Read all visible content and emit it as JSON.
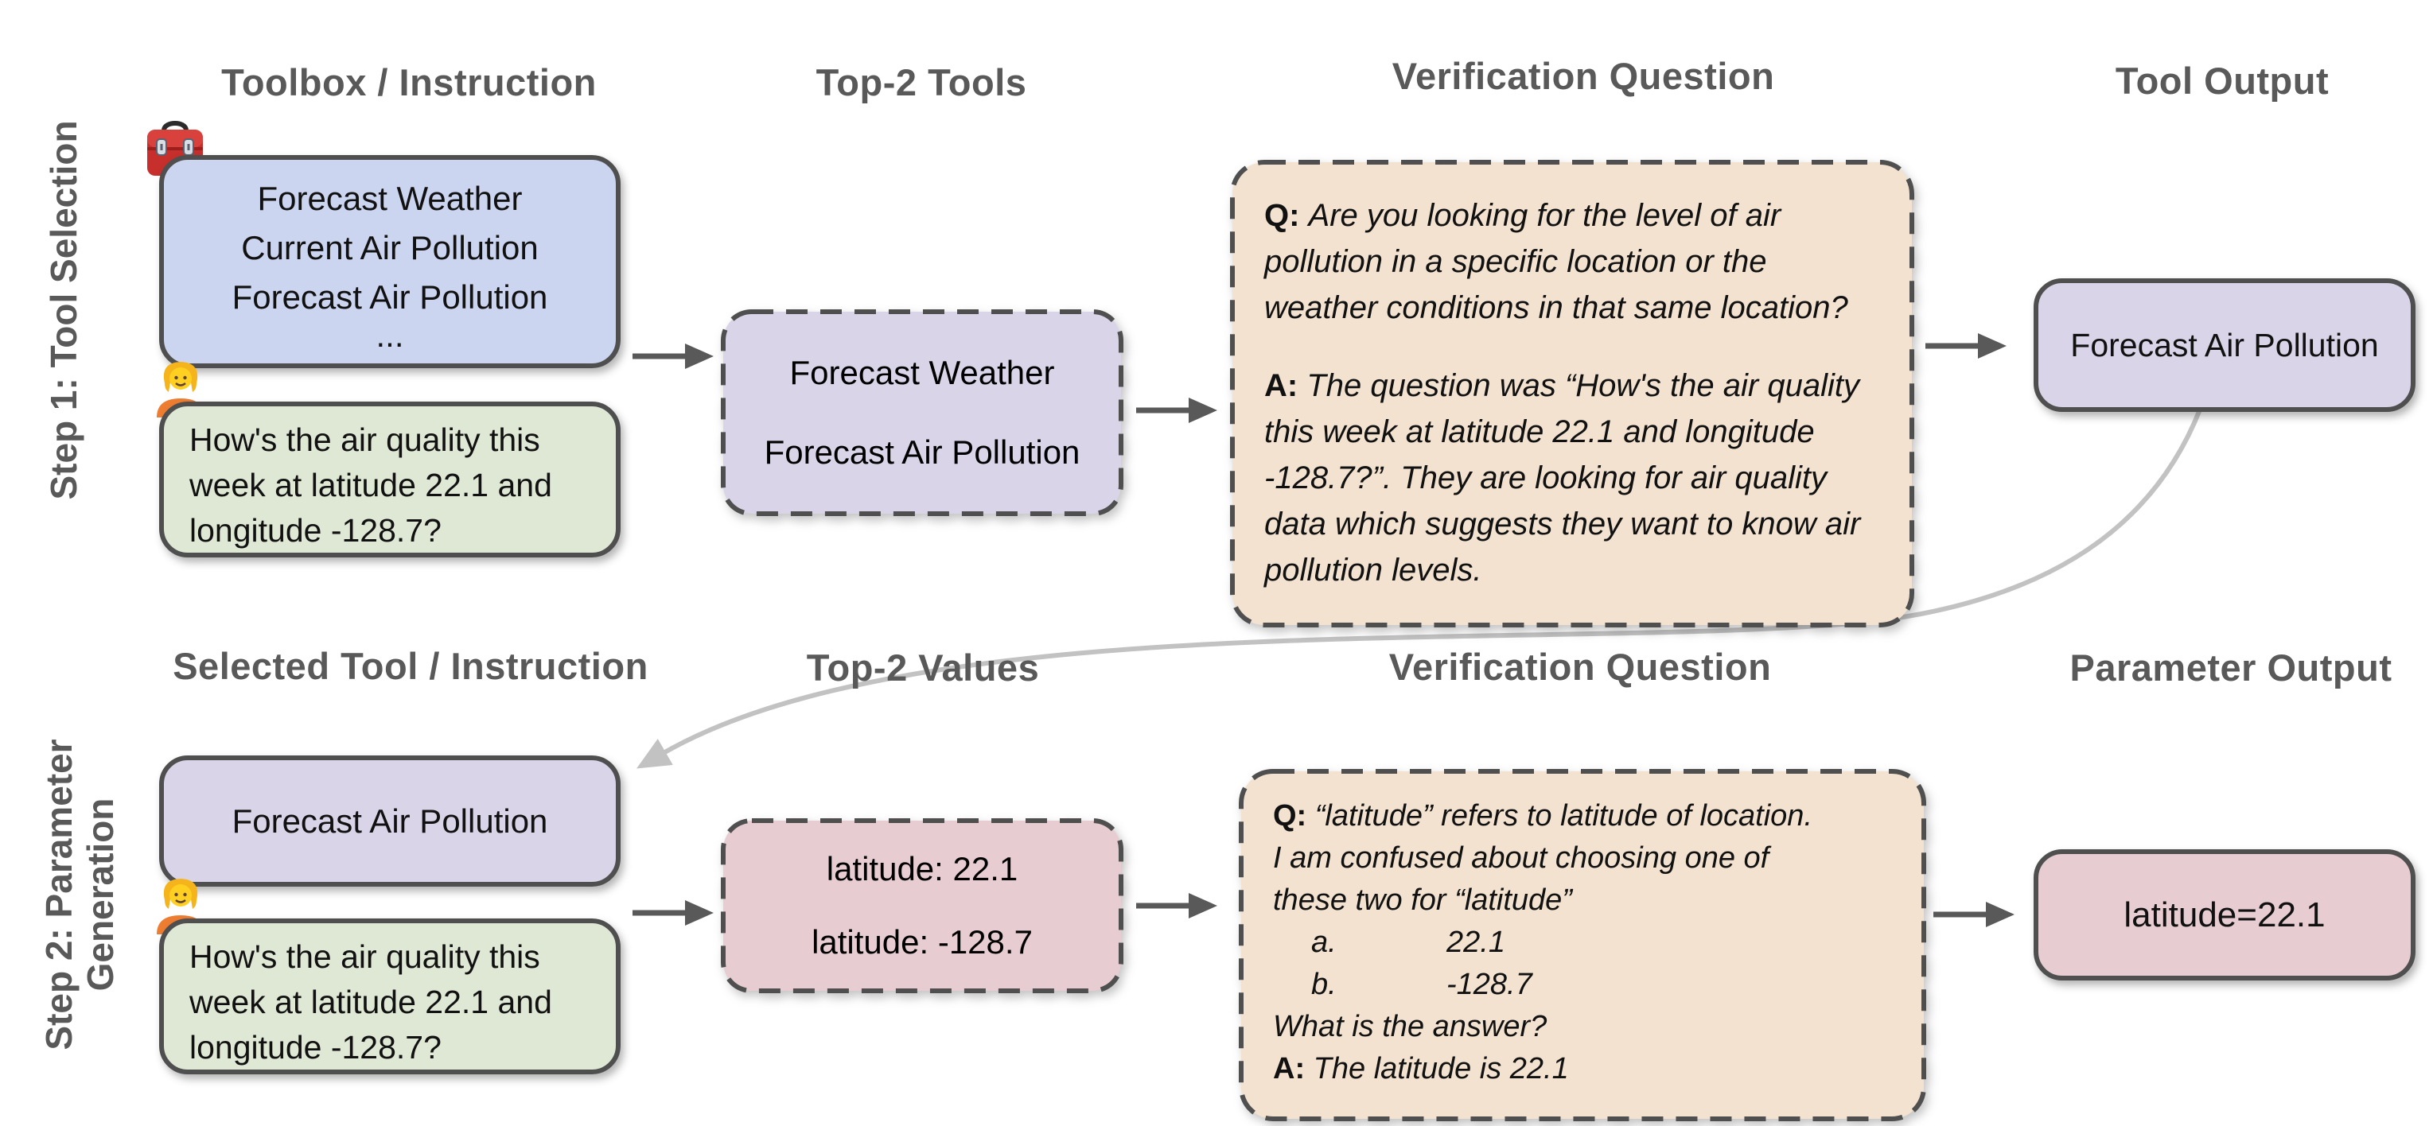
{
  "figure": {
    "colors": {
      "heading_gray": "#595959",
      "border_gray": "#4f4f4f",
      "toolbox_blue": "#ccd5f0",
      "instruction_green": "#dfe8d4",
      "tool_purple": "#d9d4e8",
      "verification_tan": "#f2e2cf",
      "value_pink": "#e7ccd1",
      "arrow_dark": "#595959",
      "curve_gray": "#c2c2c2"
    }
  },
  "step1": {
    "side_label": "Step 1: Tool Selection",
    "columns": [
      "Toolbox / Instruction",
      "Top-2 Tools",
      "Verification Question",
      "Tool Output"
    ],
    "toolbox_box": {
      "lines": [
        "Forecast Weather",
        "Current Air Pollution",
        "Forecast Air Pollution"
      ],
      "ellipsis": "..."
    },
    "instruction_box": {
      "lines": [
        "How's the air quality this",
        "week at latitude 22.1 and",
        "longitude -128.7?"
      ]
    },
    "top2_tools_box": {
      "lines": [
        "Forecast Weather",
        "Forecast Air Pollution"
      ]
    },
    "verification_box": {
      "q_label": "Q:",
      "q_lines": [
        "Are you looking for the level of air",
        "pollution in a specific location or the",
        "weather conditions in that same location?"
      ],
      "a_label": "A:",
      "a_lines": [
        "The question was “How's the air quality",
        "this week at latitude 22.1 and longitude",
        "-128.7?”. They are looking for air quality",
        "data which suggests they want to know air",
        "pollution levels."
      ]
    },
    "tool_output_box": {
      "text": "Forecast Air Pollution"
    }
  },
  "step2": {
    "side_label_line1": "Step 2: Parameter",
    "side_label_line2": "Generation",
    "columns": [
      "Selected Tool / Instruction",
      "Top-2 Values",
      "Verification Question",
      "Parameter Output"
    ],
    "selected_tool_box": {
      "text": "Forecast Air Pollution"
    },
    "instruction_box": {
      "lines": [
        "How's the air quality this",
        "week at latitude 22.1 and",
        "longitude -128.7?"
      ]
    },
    "top2_values_box": {
      "lines": [
        "latitude: 22.1",
        "latitude: -128.7"
      ]
    },
    "verification_box": {
      "q_label": "Q:",
      "q_lines": [
        "“latitude” refers to latitude of location.",
        "I am confused about choosing one of",
        "these two for “latitude”"
      ],
      "options": [
        {
          "label": "a.",
          "value": "22.1"
        },
        {
          "label": "b.",
          "value": "-128.7"
        }
      ],
      "followup": "What is the answer?",
      "a_label": "A:",
      "a_text": "The latitude is 22.1"
    },
    "parameter_output_box": {
      "text": "latitude=22.1"
    }
  }
}
